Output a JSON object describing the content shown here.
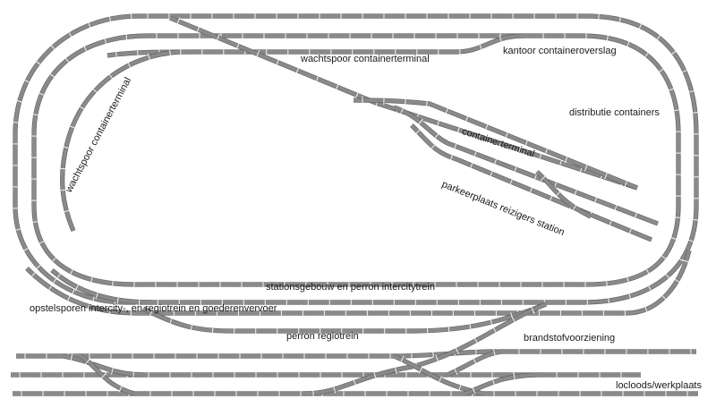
{
  "labels": {
    "wachtspoor_terminal_top": "wachtspoor containerterminal",
    "kantoor": "kantoor containeroverslag",
    "distributie": "distributie containers",
    "containerterminal": "containerterminal",
    "parkeerplaats": "parkeerplaats reizigers station",
    "wachtspoor_terminal_left": "wachtspoor containerterminal",
    "stationsgebouw": "stationsgebouw en perron intercitytrein",
    "opstelsporen": "opstelsporen intercity-, en regiotrein en goederenvervoer",
    "perron_regiotrein": "perron regiotrein",
    "brandstof": "brandstofvoorziening",
    "locloods": "locloods/werkplaats"
  },
  "colors": {
    "track": "#8a8a8a",
    "track_edge": "#5e5e5e",
    "sleeper": "#f4f4f4",
    "text": "#1a1a1a"
  }
}
